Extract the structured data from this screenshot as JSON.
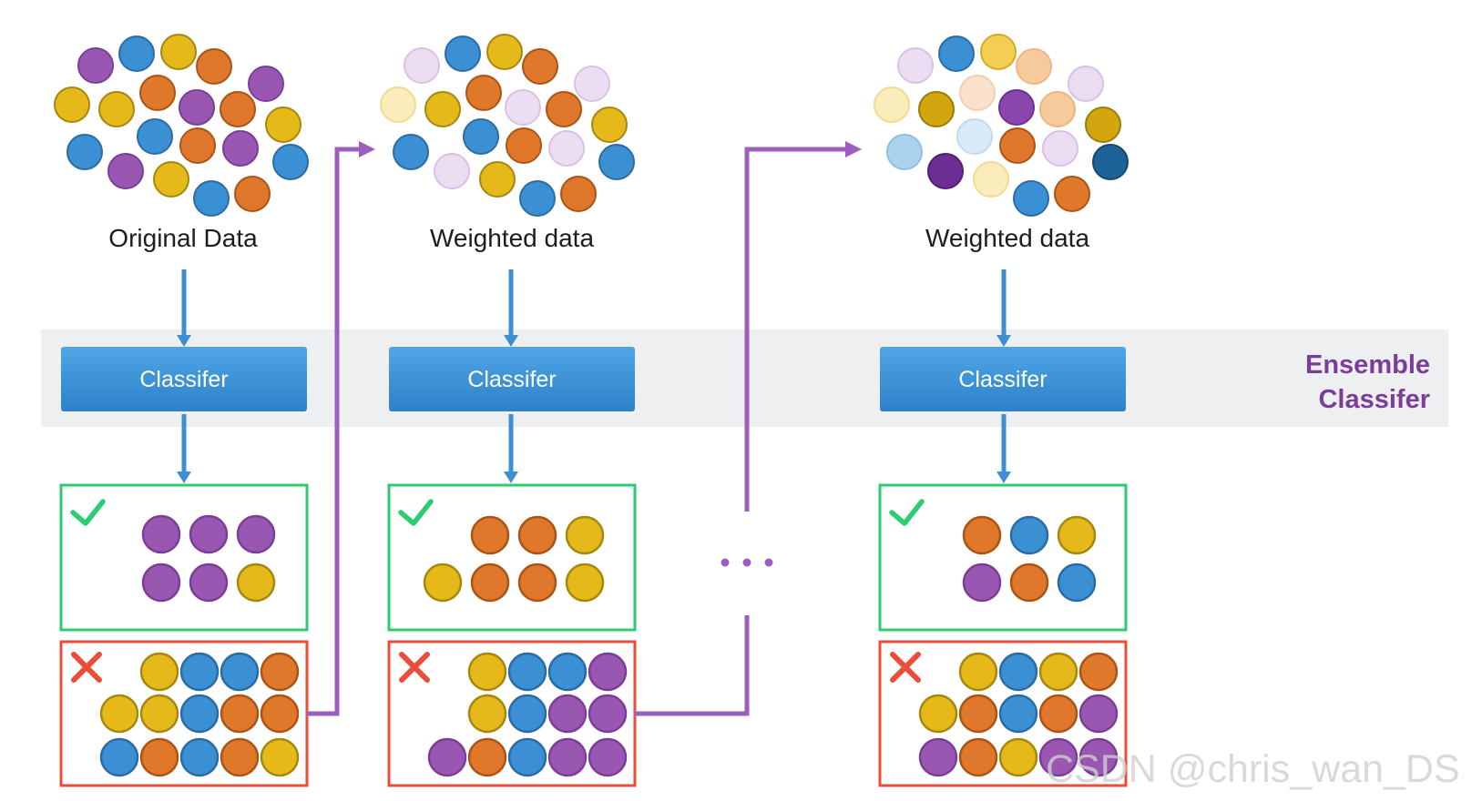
{
  "accents": {
    "arrow_blue": "#3E8FD2",
    "box_green": "#2DCB72",
    "box_red": "#EA4D39",
    "connector_purple": "#9C5FC0",
    "band_bg": "#EDEFF1",
    "ensemble_text": "#7B3D98",
    "label_text": "#1D1D1D",
    "classifier_text": "#FFFFFF",
    "watermark_text": "#CFCFCF",
    "classifier_grad_top": "#4FA5E5",
    "classifier_grad_bottom": "#2E81C9"
  },
  "palette": {
    "purple": {
      "fill": "#9A57B2",
      "stroke": "#7A3E99"
    },
    "blue": {
      "fill": "#3A90D2",
      "stroke": "#2B6CA6"
    },
    "yellow": {
      "fill": "#E5B91A",
      "stroke": "#A6880F"
    },
    "orange": {
      "fill": "#E0782B",
      "stroke": "#AC5415"
    },
    "purpleLight": {
      "fill": "#ECDDF3",
      "stroke": "#D9C0E7"
    },
    "purpleStrong": {
      "fill": "#8B46AE",
      "stroke": "#6C3390"
    },
    "purpleDark": {
      "fill": "#6C2E92",
      "stroke": "#4F2070"
    },
    "yellowLight": {
      "fill": "#FAEDBB",
      "stroke": "#EFDC8E"
    },
    "yellowMid": {
      "fill": "#F4CE52",
      "stroke": "#D3AC27"
    },
    "yellowDark": {
      "fill": "#D2A60F",
      "stroke": "#9C7D0B"
    },
    "orangeLight": {
      "fill": "#F7CA9E",
      "stroke": "#EEB583"
    },
    "orangePale": {
      "fill": "#FAE2CE",
      "stroke": "#F2CEB0"
    },
    "blueLight": {
      "fill": "#ABD3F0",
      "stroke": "#8FBFE4"
    },
    "bluePale": {
      "fill": "#D9EBF8",
      "stroke": "#BFDCF1"
    },
    "blueDark": {
      "fill": "#1E6397",
      "stroke": "#14486F"
    }
  },
  "band": {
    "line1": "Ensemble",
    "line2": "Classifer"
  },
  "watermark": "CSDN @chris_wan_DS",
  "columns": [
    {
      "data_label": "Original Data",
      "classifier_label": "Classifer",
      "cluster": [
        [
          105,
          72,
          "purple"
        ],
        [
          150,
          59,
          "blue"
        ],
        [
          196,
          57,
          "yellow"
        ],
        [
          235,
          73,
          "orange"
        ],
        [
          292,
          92,
          "purple"
        ],
        [
          79,
          115,
          "yellow"
        ],
        [
          128,
          120,
          "yellow"
        ],
        [
          173,
          102,
          "orange"
        ],
        [
          216,
          118,
          "purple"
        ],
        [
          261,
          120,
          "orange"
        ],
        [
          311,
          137,
          "yellow"
        ],
        [
          93,
          167,
          "blue"
        ],
        [
          170,
          150,
          "blue"
        ],
        [
          217,
          160,
          "orange"
        ],
        [
          264,
          163,
          "purple"
        ],
        [
          319,
          178,
          "blue"
        ],
        [
          138,
          188,
          "purple"
        ],
        [
          188,
          197,
          "yellow"
        ],
        [
          232,
          218,
          "blue"
        ],
        [
          277,
          213,
          "orange"
        ]
      ],
      "correct_circles": [
        [
          177,
          587,
          "purple"
        ],
        [
          229,
          587,
          "purple"
        ],
        [
          281,
          587,
          "purple"
        ],
        [
          177,
          640,
          "purple"
        ],
        [
          229,
          640,
          "purple"
        ],
        [
          281,
          640,
          "yellow"
        ]
      ],
      "error_circles": [
        [
          175,
          738,
          "yellow"
        ],
        [
          219,
          738,
          "blue"
        ],
        [
          263,
          738,
          "blue"
        ],
        [
          307,
          738,
          "orange"
        ],
        [
          131,
          784,
          "yellow"
        ],
        [
          175,
          784,
          "yellow"
        ],
        [
          219,
          784,
          "blue"
        ],
        [
          263,
          784,
          "orange"
        ],
        [
          307,
          784,
          "orange"
        ],
        [
          131,
          832,
          "blue"
        ],
        [
          175,
          832,
          "orange"
        ],
        [
          219,
          832,
          "blue"
        ],
        [
          263,
          832,
          "orange"
        ],
        [
          307,
          832,
          "yellow"
        ]
      ]
    },
    {
      "data_label": "Weighted data",
      "classifier_label": "Classifer",
      "cluster": [
        [
          463,
          72,
          "purpleLight"
        ],
        [
          508,
          59,
          "blue"
        ],
        [
          554,
          57,
          "yellow"
        ],
        [
          593,
          73,
          "orange"
        ],
        [
          650,
          92,
          "purpleLight"
        ],
        [
          437,
          115,
          "yellowLight"
        ],
        [
          486,
          120,
          "yellow"
        ],
        [
          531,
          102,
          "orange"
        ],
        [
          574,
          118,
          "purpleLight"
        ],
        [
          619,
          120,
          "orange"
        ],
        [
          669,
          137,
          "yellow"
        ],
        [
          451,
          167,
          "blue"
        ],
        [
          528,
          150,
          "blue"
        ],
        [
          575,
          160,
          "orange"
        ],
        [
          622,
          163,
          "purpleLight"
        ],
        [
          677,
          178,
          "blue"
        ],
        [
          496,
          188,
          "purpleLight"
        ],
        [
          546,
          197,
          "yellow"
        ],
        [
          590,
          218,
          "blue"
        ],
        [
          635,
          213,
          "orange"
        ]
      ],
      "correct_circles": [
        [
          538,
          588,
          "orange"
        ],
        [
          590,
          588,
          "orange"
        ],
        [
          642,
          588,
          "yellow"
        ],
        [
          486,
          640,
          "yellow"
        ],
        [
          538,
          640,
          "orange"
        ],
        [
          590,
          640,
          "orange"
        ],
        [
          642,
          640,
          "yellow"
        ]
      ],
      "error_circles": [
        [
          535,
          738,
          "yellow"
        ],
        [
          579,
          738,
          "blue"
        ],
        [
          623,
          738,
          "blue"
        ],
        [
          667,
          738,
          "purple"
        ],
        [
          535,
          784,
          "yellow"
        ],
        [
          579,
          784,
          "blue"
        ],
        [
          623,
          784,
          "purple"
        ],
        [
          667,
          784,
          "purple"
        ],
        [
          491,
          832,
          "purple"
        ],
        [
          535,
          832,
          "orange"
        ],
        [
          579,
          832,
          "blue"
        ],
        [
          623,
          832,
          "purple"
        ],
        [
          667,
          832,
          "purple"
        ]
      ]
    },
    {
      "data_label": "Weighted data",
      "classifier_label": "Classifer",
      "cluster": [
        [
          1005,
          72,
          "purpleLight"
        ],
        [
          1050,
          59,
          "blue"
        ],
        [
          1096,
          57,
          "yellowMid"
        ],
        [
          1135,
          73,
          "orangeLight"
        ],
        [
          1192,
          92,
          "purpleLight"
        ],
        [
          979,
          115,
          "yellowLight"
        ],
        [
          1028,
          120,
          "yellowDark"
        ],
        [
          1073,
          102,
          "orangePale"
        ],
        [
          1116,
          118,
          "purpleStrong"
        ],
        [
          1161,
          120,
          "orangeLight"
        ],
        [
          1211,
          137,
          "yellowDark"
        ],
        [
          993,
          167,
          "blueLight"
        ],
        [
          1070,
          150,
          "bluePale"
        ],
        [
          1117,
          160,
          "orange"
        ],
        [
          1164,
          163,
          "purpleLight"
        ],
        [
          1219,
          178,
          "blueDark"
        ],
        [
          1038,
          188,
          "purpleDark"
        ],
        [
          1088,
          197,
          "yellowLight"
        ],
        [
          1132,
          218,
          "blue"
        ],
        [
          1177,
          213,
          "orange"
        ]
      ],
      "correct_circles": [
        [
          1078,
          588,
          "orange"
        ],
        [
          1130,
          588,
          "blue"
        ],
        [
          1182,
          588,
          "yellow"
        ],
        [
          1078,
          640,
          "purple"
        ],
        [
          1130,
          640,
          "orange"
        ],
        [
          1182,
          640,
          "blue"
        ]
      ],
      "error_circles": [
        [
          1074,
          738,
          "yellow"
        ],
        [
          1118,
          738,
          "blue"
        ],
        [
          1162,
          738,
          "yellow"
        ],
        [
          1206,
          738,
          "orange"
        ],
        [
          1030,
          784,
          "yellow"
        ],
        [
          1074,
          784,
          "orange"
        ],
        [
          1118,
          784,
          "blue"
        ],
        [
          1162,
          784,
          "orange"
        ],
        [
          1206,
          784,
          "purple"
        ],
        [
          1030,
          832,
          "purple"
        ],
        [
          1074,
          832,
          "orange"
        ],
        [
          1118,
          832,
          "yellow"
        ],
        [
          1162,
          832,
          "purple"
        ],
        [
          1206,
          832,
          "purple"
        ]
      ]
    }
  ]
}
